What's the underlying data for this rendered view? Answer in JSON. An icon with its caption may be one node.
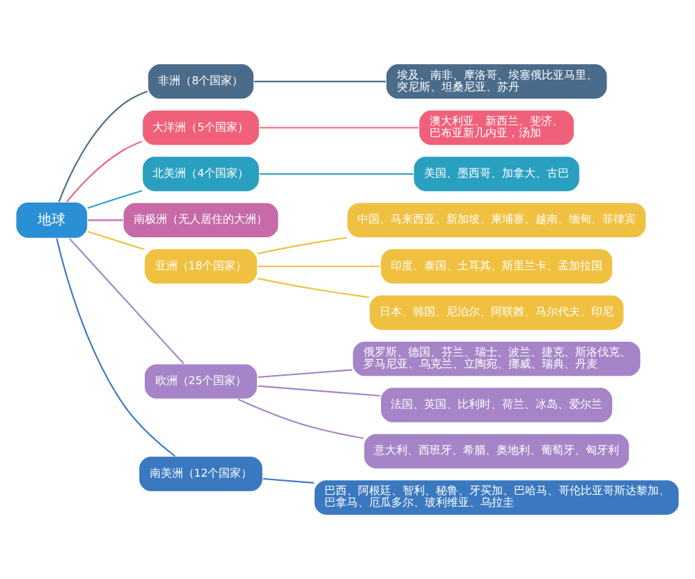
{
  "diagram": {
    "nodes": [
      {
        "text": [
          "地球"
        ]
      },
      {
        "text": [
          "非洲（8个国家）"
        ]
      },
      {
        "text": [
          "埃及、南非、摩洛哥、埃塞俄比亚马里、突尼斯、坦桑尼亚、苏丹"
        ]
      },
      {
        "text": [
          "大洋洲（5个国家）"
        ]
      },
      {
        "text": [
          "澳大利亚、新西兰、斐济、巴布亚新几内亚，汤加"
        ]
      },
      {
        "text": [
          "北美洲（4个国家）"
        ]
      },
      {
        "text": [
          "美国、墨西哥、加拿大、古巴"
        ]
      },
      {
        "text": [
          "南极洲（无人居住的大洲）"
        ]
      },
      {
        "text": [
          "亚洲（18个国家）"
        ]
      },
      {
        "text": [
          "中国、马来西亚、新加坡、柬埔寨、越南、缅甸、菲律宾"
        ]
      },
      {
        "text": [
          "印度、泰国、土耳其、斯里兰卡、孟加拉国"
        ]
      },
      {
        "text": [
          "日本、韩国、尼泊尔、阿联酋、马尔代夫、印尼"
        ]
      },
      {
        "text": [
          "欧洲（25个国家）"
        ]
      },
      {
        "text": [
          "俄罗斯、德国、芬兰、瑞士、波兰、捷克、斯洛伐克、罗马尼亚、乌克兰、立陶宛、挪威、瑞典、丹麦"
        ]
      },
      {
        "text": [
          "法国、英国、比利时、荷兰、冰岛、爱尔兰"
        ]
      },
      {
        "text": [
          "意大利、西班牙、希腊、奥地利、葡萄牙、匈牙利"
        ]
      },
      {
        "text": [
          "南美洲（12个国家）"
        ]
      },
      {
        "text": [
          "巴西、阿根廷、智利、秘鲁、牙买加、巴哈马、哥伦比亚哥斯达黎加、巴拿马、厄瓜多尔、玻利维亚、乌拉圭"
        ]
      }
    ],
    "edges": [
      {
        "from": 0,
        "to": 1,
        "arrow": "none",
        "color": "#4a6b8a"
      },
      {
        "from": 1,
        "to": 2,
        "arrow": "none",
        "color": "#4a6b8a"
      },
      {
        "from": 0,
        "to": 3,
        "arrow": "none",
        "color": "#f0607a"
      },
      {
        "from": 3,
        "to": 4,
        "arrow": "none",
        "color": "#f0607a"
      },
      {
        "from": 0,
        "to": 5,
        "arrow": "none",
        "color": "#2aa0c0"
      },
      {
        "from": 5,
        "to": 6,
        "arrow": "none",
        "color": "#2aa0c0"
      },
      {
        "from": 0,
        "to": 7,
        "arrow": "none",
        "color": "#c66aa8"
      },
      {
        "from": 0,
        "to": 8,
        "arrow": "none",
        "color": "#f0c040"
      },
      {
        "from": 8,
        "to": 9,
        "arrow": "none",
        "color": "#f0c040"
      },
      {
        "from": 8,
        "to": 10,
        "arrow": "none",
        "color": "#f0c040"
      },
      {
        "from": 8,
        "to": 11,
        "arrow": "none",
        "color": "#f0c040"
      },
      {
        "from": 0,
        "to": 12,
        "arrow": "none",
        "color": "#a585c8"
      },
      {
        "from": 12,
        "to": 13,
        "arrow": "none",
        "color": "#a585c8"
      },
      {
        "from": 12,
        "to": 14,
        "arrow": "none",
        "color": "#a585c8"
      },
      {
        "from": 12,
        "to": 15,
        "arrow": "none",
        "color": "#a585c8"
      },
      {
        "from": 0,
        "to": 16,
        "arrow": "none",
        "color": "#3a78c0"
      },
      {
        "from": 16,
        "to": 17,
        "arrow": "none",
        "color": "#3a78c0"
      }
    ]
  }
}
